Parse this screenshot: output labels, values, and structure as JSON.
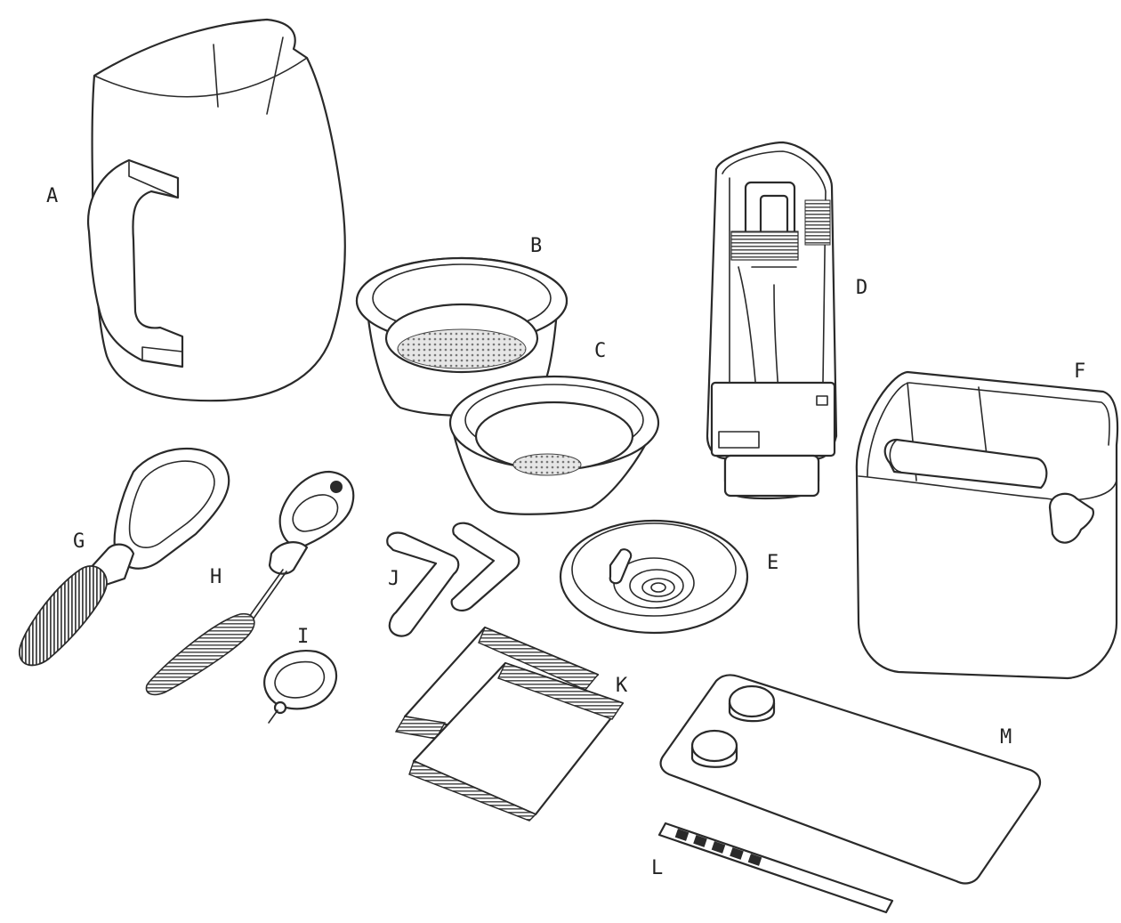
{
  "labels": {
    "a": "A",
    "b": "B",
    "c": "C",
    "d": "D",
    "e": "E",
    "f": "F",
    "g": "G",
    "h": "H",
    "i": "I",
    "j": "J",
    "k": "K",
    "l": "L",
    "m": "M"
  },
  "colors": {
    "line": "#2a2a2a",
    "background": "#ffffff",
    "mesh": "#bcbcbc"
  },
  "test_strip_squares": 5
}
